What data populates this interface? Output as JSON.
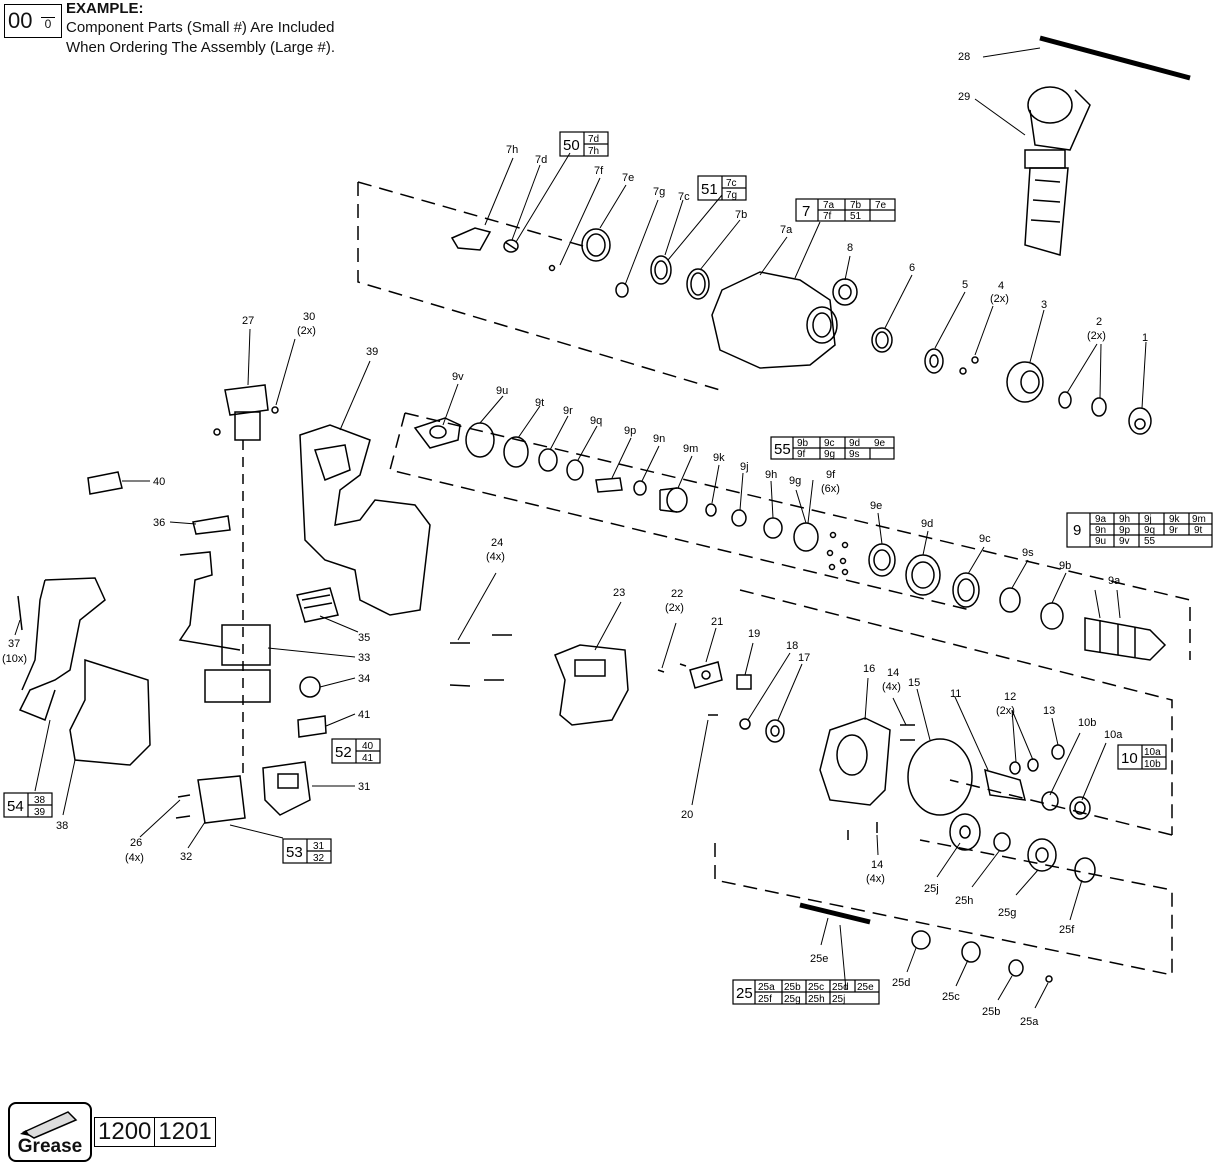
{
  "example": {
    "big": "00",
    "small": "0",
    "heading": "EXAMPLE:",
    "line1": "Component Parts (Small #) Are Included",
    "line2": "When Ordering The Assembly (Large #)."
  },
  "grease": {
    "label": "Grease",
    "codes": [
      "1200",
      "1201"
    ]
  },
  "labels": {
    "l28": "28",
    "l29": "29",
    "l50": "50",
    "l7d_a": "7d",
    "l7h_a": "7h",
    "l51": "51",
    "l7c_a": "7c",
    "l7g_a": "7g",
    "l7": "7",
    "l7a_b": "7a",
    "l7b_b": "7b",
    "l7e_b": "7e",
    "l7f_b": "7f",
    "l51_b": "51",
    "l7h": "7h",
    "l7d": "7d",
    "l7f": "7f",
    "l7e": "7e",
    "l7g": "7g",
    "l7c": "7c",
    "l7b": "7b",
    "l7a": "7a",
    "l8": "8",
    "l6": "6",
    "l5": "5",
    "l4": "4",
    "l4x": "(2x)",
    "l3": "3",
    "l2": "2",
    "l2x": "(2x)",
    "l1": "1",
    "l27": "27",
    "l30": "30",
    "l30x": "(2x)",
    "l39": "39",
    "l40": "40",
    "l36": "36",
    "l9v": "9v",
    "l9u": "9u",
    "l9t": "9t",
    "l9r": "9r",
    "l9q": "9q",
    "l9p": "9p",
    "l9n": "9n",
    "l9m": "9m",
    "l9k": "9k",
    "l9j": "9j",
    "l9h": "9h",
    "l9g": "9g",
    "l9f": "9f",
    "l9fx": "(6x)",
    "l9e": "9e",
    "l9d": "9d",
    "l9c": "9c",
    "l9s": "9s",
    "l9b": "9b",
    "l9a": "9a",
    "l55": "55",
    "l55r1": [
      "9b",
      "9c",
      "9d",
      "9e"
    ],
    "l55r2": [
      "9f",
      "9g",
      "9s"
    ],
    "l9": "9",
    "l9r1": [
      "9a",
      "9h",
      "9j",
      "9k",
      "9m"
    ],
    "l9r2": [
      "9n",
      "9p",
      "9q",
      "9r",
      "9t"
    ],
    "l9r3": [
      "9u",
      "9v",
      "55"
    ],
    "l37": "37",
    "l37x": "(10x)",
    "l35": "35",
    "l33": "33",
    "l34": "34",
    "l41": "41",
    "l52": "52",
    "l52a": "40",
    "l52b": "41",
    "l54": "54",
    "l54a": "38",
    "l54b": "39",
    "l38": "38",
    "l31": "31",
    "l26": "26",
    "l26x": "(4x)",
    "l32": "32",
    "l53": "53",
    "l53a": "31",
    "l53b": "32",
    "l24": "24",
    "l24x": "(4x)",
    "l23": "23",
    "l22": "22",
    "l22x": "(2x)",
    "l21": "21",
    "l19": "19",
    "l18": "18",
    "l17": "17",
    "l16": "16",
    "l14": "14",
    "l14x": "(4x)",
    "l15": "15",
    "l11": "11",
    "l12": "12",
    "l12x": "(2x)",
    "l13": "13",
    "l10b": "10b",
    "l10a": "10a",
    "l10": "10",
    "l10r1": "10a",
    "l10r2": "10b",
    "l20": "20",
    "l14b": "14",
    "l14bx": "(4x)",
    "l25j": "25j",
    "l25h": "25h",
    "l25g": "25g",
    "l25f": "25f",
    "l25e": "25e",
    "l25d": "25d",
    "l25c": "25c",
    "l25b": "25b",
    "l25a": "25a",
    "l25": "25",
    "l25r1": [
      "25a",
      "25b",
      "25c",
      "25d",
      "25e"
    ],
    "l25r2": [
      "25f",
      "25g",
      "25h",
      "25j"
    ]
  }
}
